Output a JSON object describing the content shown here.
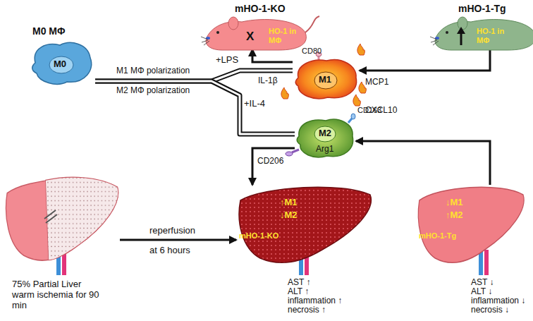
{
  "diagram": {
    "nodes": [
      {
        "text": [
          "M0 MΦ",
          "M0"
        ]
      },
      {
        "text": [
          "mHO-1-KO",
          "X",
          "HO-1 in MΦ"
        ]
      },
      {
        "text": [
          "mHO-1-Tg",
          "HO-1 in MΦ"
        ]
      },
      {
        "text": [
          "M1"
        ]
      },
      {
        "text": [
          "M2",
          "Arg1"
        ]
      },
      {
        "text": [
          "75% Partial Liver warm ischemia for 90 min"
        ]
      },
      {
        "text": [
          "↑M1",
          "↓M2",
          "mHO-1-KO"
        ]
      },
      {
        "text": [
          "↓M1",
          "↑M2",
          "mHO-1-Tg"
        ]
      }
    ],
    "edges": [
      {
        "from": 0,
        "to": 3,
        "label": "+LPS",
        "arrow": "none"
      },
      {
        "from": 0,
        "to": 4,
        "label": "+IL-4",
        "arrow": "none"
      },
      {
        "from": 3,
        "to": 1,
        "arrow": "to"
      },
      {
        "from": 4,
        "to": 6,
        "arrow": "to"
      },
      {
        "from": 2,
        "to": 3,
        "arrow": "to"
      },
      {
        "from": 7,
        "to": 4,
        "arrow": "to"
      },
      {
        "from": 5,
        "to": 6,
        "label": "reperfusion",
        "arrow": "to"
      }
    ],
    "labels": [
      "M1 MΦ polarization",
      "M2 MΦ polarization",
      "CD80",
      "IL-1β",
      "MCP1",
      "CXCL10",
      "CD163",
      "CD206",
      "at 6 hours",
      "AST ↑",
      "ALT ↑",
      "inflammation ↑",
      "necrosis ↑",
      "AST ↓",
      "ALT ↓",
      "inflammation ↓",
      "necrosis ↓"
    ]
  }
}
